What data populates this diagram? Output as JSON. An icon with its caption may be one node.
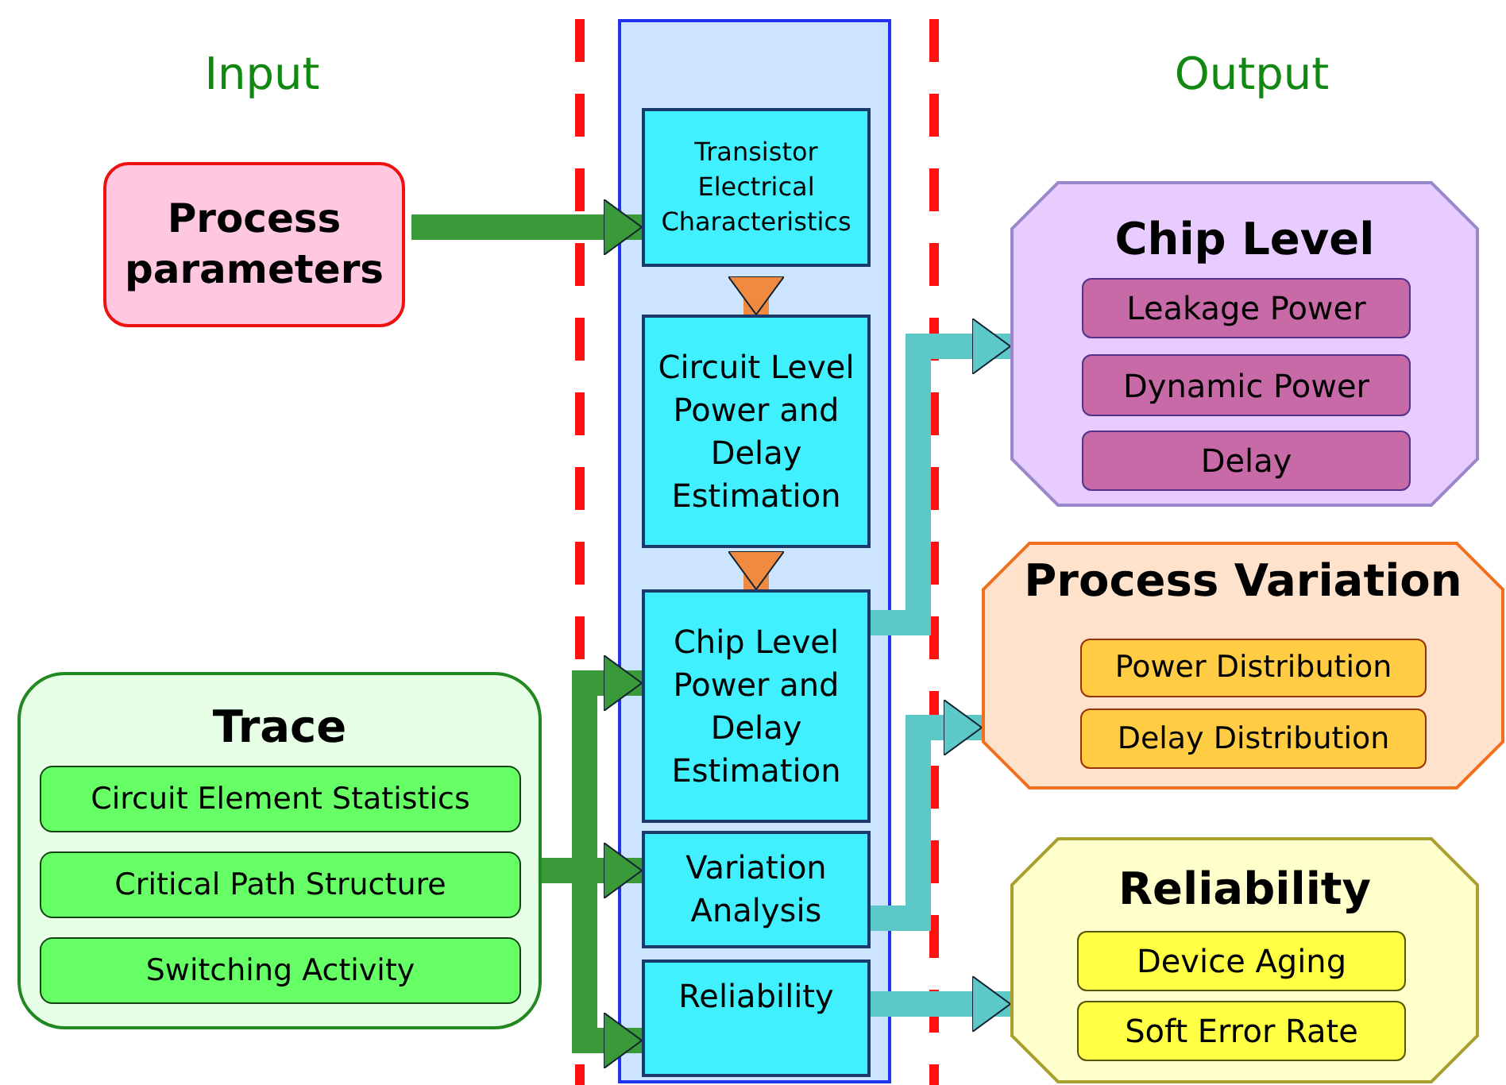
{
  "diagram": {
    "nodes": [
      {
        "text": [
          "Process parameters"
        ]
      },
      {
        "text": [],
        "shape": "box"
      },
      {
        "text": [
          "Transistor Electrical Characteristics"
        ],
        "in": 1
      },
      {
        "text": [
          "Circuit Level Power and Delay Estimation"
        ],
        "in": 1
      },
      {
        "text": [
          "Chip Level Power and Delay Estimation"
        ],
        "in": 1
      },
      {
        "text": [
          "Variation Analysis"
        ],
        "in": 1
      },
      {
        "text": [
          "Reliability"
        ],
        "in": 1
      },
      {
        "text": [
          "Trace"
        ]
      },
      {
        "text": [
          "Circuit Element Statistics"
        ],
        "in": 7
      },
      {
        "text": [
          "Critical Path Structure"
        ],
        "in": 7
      },
      {
        "text": [
          "Switching Activity"
        ],
        "in": 7
      },
      {
        "text": [
          "Chip Level"
        ]
      },
      {
        "text": [
          "Leakage Power"
        ],
        "in": 11
      },
      {
        "text": [
          "Dynamic Power"
        ],
        "in": 11
      },
      {
        "text": [
          "Delay"
        ],
        "in": 11
      },
      {
        "text": [
          "Process Variation"
        ]
      },
      {
        "text": [
          "Power Distribution"
        ],
        "in": 15
      },
      {
        "text": [
          "Delay Distribution"
        ],
        "in": 15
      },
      {
        "text": [
          "Reliability"
        ]
      },
      {
        "text": [
          "Device Aging"
        ],
        "in": 18
      },
      {
        "text": [
          "Soft Error Rate"
        ],
        "in": 18
      }
    ],
    "edges": [
      {
        "from": 0,
        "to": 2,
        "arrow": "to",
        "color": "#3a9a3a"
      },
      {
        "from": 2,
        "to": 3,
        "arrow": "to",
        "color": "#f08a40"
      },
      {
        "from": 3,
        "to": 4,
        "arrow": "to",
        "color": "#f08a40"
      },
      {
        "from": 7,
        "to": 4,
        "arrow": "to",
        "color": "#3a9a3a"
      },
      {
        "from": 7,
        "to": 5,
        "arrow": "to",
        "color": "#3a9a3a"
      },
      {
        "from": 7,
        "to": 6,
        "arrow": "to",
        "color": "#3a9a3a"
      },
      {
        "from": 4,
        "to": 11,
        "arrow": "to",
        "color": "#5cc8c8"
      },
      {
        "from": 5,
        "to": 15,
        "arrow": "to",
        "color": "#5cc8c8"
      },
      {
        "from": 6,
        "to": 18,
        "arrow": "to",
        "color": "#5cc8c8"
      }
    ],
    "labels": [
      "Input",
      "Output"
    ]
  }
}
